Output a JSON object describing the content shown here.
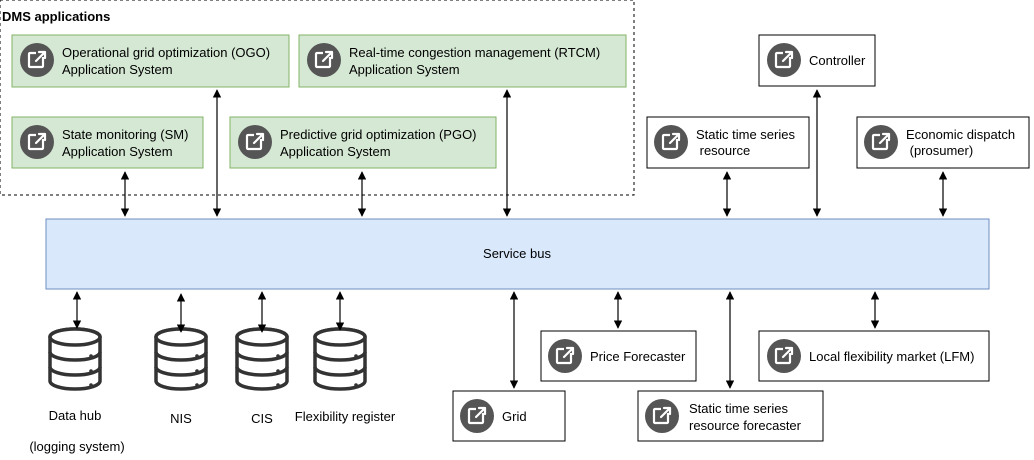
{
  "group": {
    "title": "DMS applications"
  },
  "apps": [
    {
      "line1": "Operational grid optimization (OGO)",
      "line2": "Application System"
    },
    {
      "line1": "Real-time congestion management (RTCM)",
      "line2": "Application System"
    },
    {
      "line1": "State monitoring (SM)",
      "line2": "Application System"
    },
    {
      "line1": "Predictive grid optimization (PGO)",
      "line2": "Application System"
    }
  ],
  "services": [
    {
      "line1": "Controller",
      "line2": ""
    },
    {
      "line1": "Static time series",
      "line2": " resource"
    },
    {
      "line1": "Economic dispatch",
      "line2": " (prosumer)"
    },
    {
      "line1": "Price Forecaster",
      "line2": ""
    },
    {
      "line1": "Local flexibility market (LFM)",
      "line2": ""
    },
    {
      "line1": "Grid",
      "line2": ""
    },
    {
      "line1": "Static time series",
      "line2": "resource forecaster"
    }
  ],
  "bus": {
    "label": "Service bus"
  },
  "databases": [
    {
      "line1": "Data hub",
      "line2": "(logging system)"
    },
    {
      "line1": "NIS",
      "line2": ""
    },
    {
      "line1": "CIS",
      "line2": ""
    },
    {
      "line1": "Flexibility register",
      "line2": ""
    }
  ],
  "colors": {
    "app_fill": "#d5e8d4",
    "app_stroke": "#82b366",
    "bus_fill": "#dae8fc",
    "bus_stroke": "#6c8ebf",
    "icon_fill": "#555555",
    "line": "#000000"
  },
  "icon_name": "external-link-icon"
}
